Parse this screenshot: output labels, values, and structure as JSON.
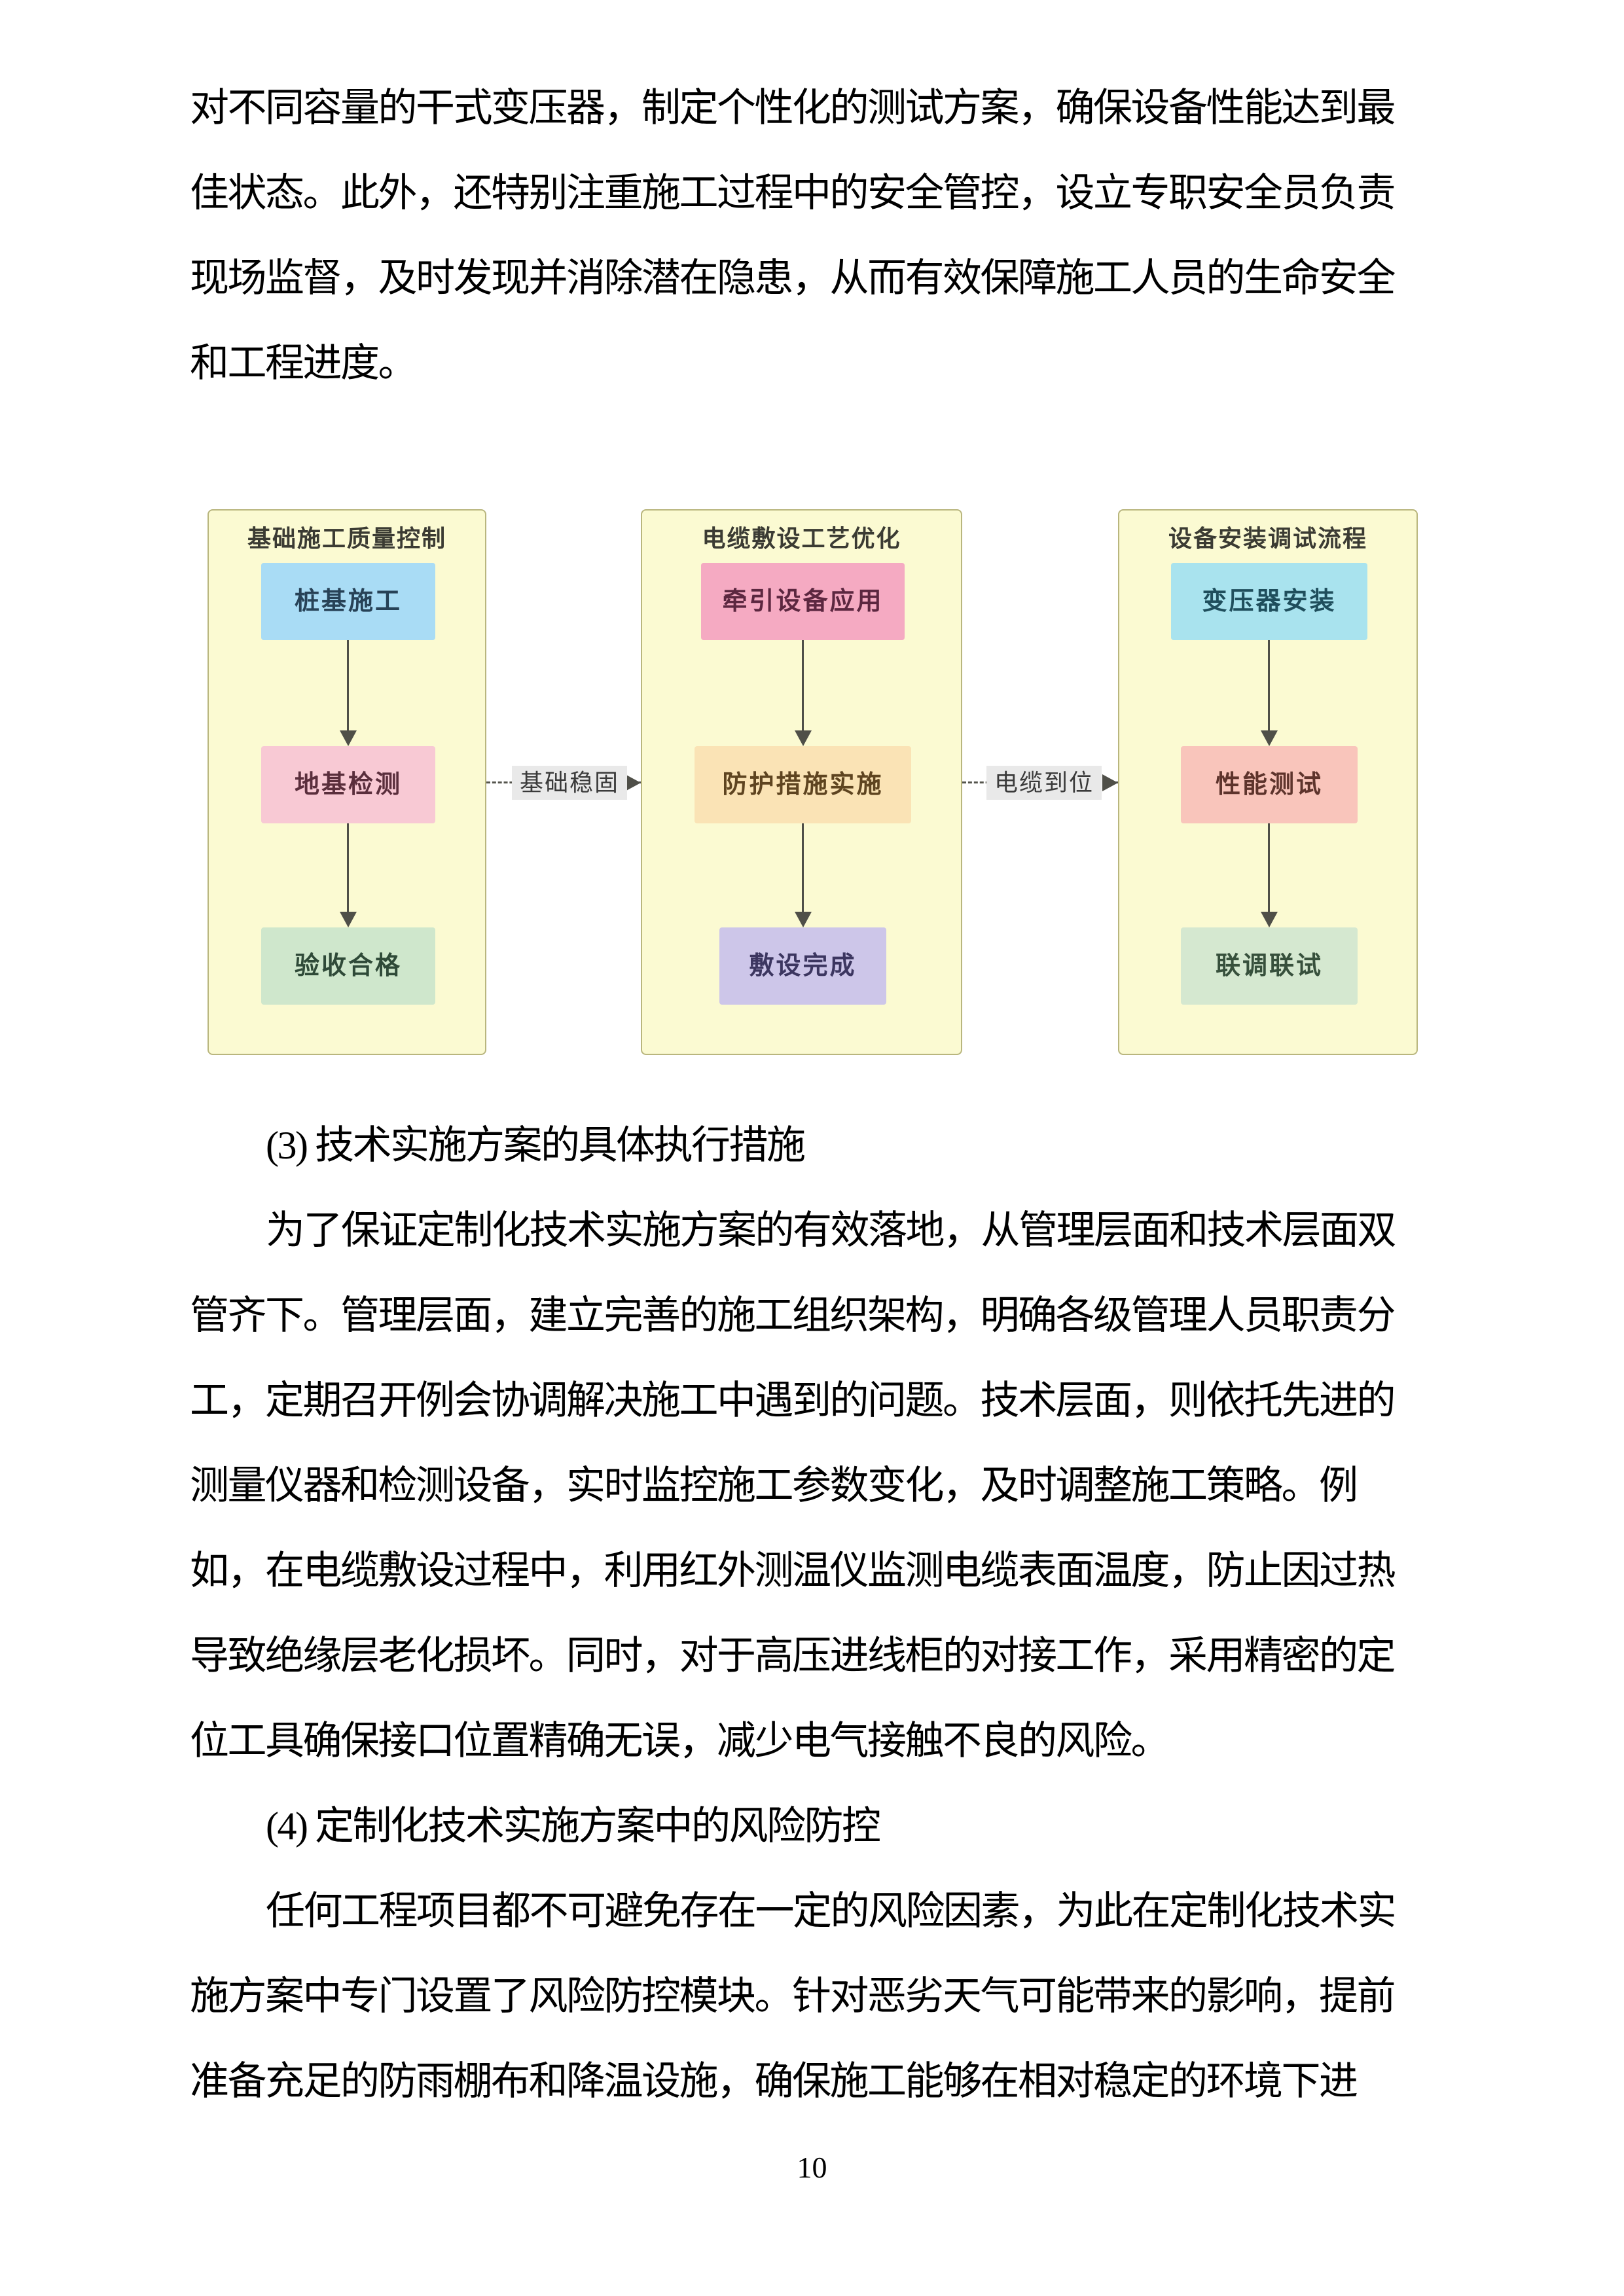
{
  "document": {
    "para1_lines": [
      "对不同容量的干式变压器，制定个性化的测试方案，确保设备性能达到最",
      "佳状态。此外，还特别注重施工过程中的安全管控，设立专职安全员负责",
      "现场监督，及时发现并消除潜在隐患，从而有效保障施工人员的生命安全",
      "和工程进度。"
    ],
    "heading3": "(3) 技术实施方案的具体执行措施",
    "para3_lines": [
      "为了保证定制化技术实施方案的有效落地，从管理层面和技术层面双",
      "管齐下。管理层面，建立完善的施工组织架构，明确各级管理人员职责分",
      "工，定期召开例会协调解决施工中遇到的问题。技术层面，则依托先进的",
      "测量仪器和检测设备，实时监控施工参数变化，及时调整施工策略。例",
      "如，在电缆敷设过程中，利用红外测温仪监测电缆表面温度，防止因过热",
      "导致绝缘层老化损坏。同时，对于高压进线柜的对接工作，采用精密的定",
      "位工具确保接口位置精确无误，减少电气接触不良的风险。"
    ],
    "heading4": "(4) 定制化技术实施方案中的风险防控",
    "para4_lines": [
      "任何工程项目都不可避免存在一定的风险因素，为此在定制化技术实",
      "施方案中专门设置了风险防控模块。针对恶劣天气可能带来的影响，提前",
      "准备充足的防雨棚布和降温设施，确保施工能够在相对稳定的环境下进"
    ],
    "page_number": "10"
  },
  "diagram": {
    "colors": {
      "panel_bg": "#fbfad2",
      "panel_border": "#b9b67e",
      "arrow": "#4f4f48",
      "edge_label_bg": "#e9e9e9"
    },
    "panels": [
      {
        "title": "基础施工质量控制",
        "nodes": [
          {
            "label": "桩基施工",
            "fill": "#a9dcf5",
            "ink": "#274257"
          },
          {
            "label": "地基检测",
            "fill": "#f8c9d4",
            "ink": "#5a2e3c"
          },
          {
            "label": "验收合格",
            "fill": "#cfe7cc",
            "ink": "#2f4a38"
          }
        ]
      },
      {
        "title": "电缆敷设工艺优化",
        "nodes": [
          {
            "label": "牵引设备应用",
            "fill": "#f5aac2",
            "ink": "#5c2740"
          },
          {
            "label": "防护措施实施",
            "fill": "#fae3b5",
            "ink": "#5e4420"
          },
          {
            "label": "敷设完成",
            "fill": "#cdc6e9",
            "ink": "#3c3660"
          }
        ]
      },
      {
        "title": "设备安装调试流程",
        "nodes": [
          {
            "label": "变压器安装",
            "fill": "#a9e3ee",
            "ink": "#1f4e5c"
          },
          {
            "label": "性能测试",
            "fill": "#f9c5bb",
            "ink": "#5e342c"
          },
          {
            "label": "联调联试",
            "fill": "#d5e8d0",
            "ink": "#37503c"
          }
        ]
      }
    ],
    "connectors": [
      {
        "label": "基础稳固"
      },
      {
        "label": "电缆到位"
      }
    ]
  }
}
